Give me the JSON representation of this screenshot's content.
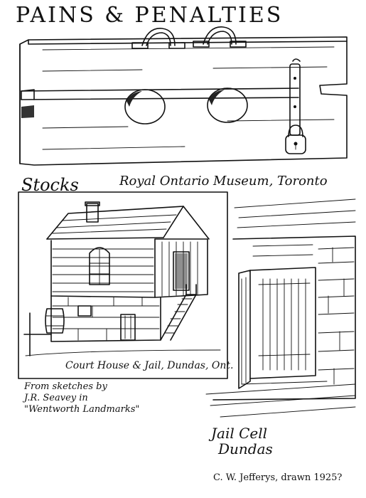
{
  "title": "PAINS & PENALTIES",
  "stocks": {
    "label": "Stocks",
    "location": "Royal Ontario Museum, Toronto"
  },
  "courthouse": {
    "caption": "Court House & Jail, Dundas, Ont.",
    "source_line1": "From sketches by",
    "source_line2": "J.R. Seavey in",
    "source_line3": "\"Wentworth Landmarks\""
  },
  "jail_cell": {
    "line1": "Jail Cell",
    "line2": "Dundas"
  },
  "credit": "C. W. Jefferys, drawn 1925?"
}
